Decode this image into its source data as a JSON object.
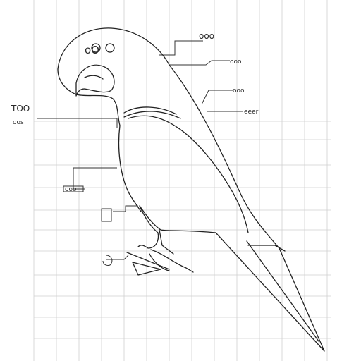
{
  "diagram": {
    "subject": "parrot",
    "style": "line-art",
    "labels": {
      "top_right": "ooo",
      "head_side": "oO",
      "right_upper": "ooo",
      "right_mid": "ooo",
      "right_low": "eeer",
      "left_title": "TOO",
      "left_sub": "oos",
      "left_box": "ooo"
    }
  }
}
